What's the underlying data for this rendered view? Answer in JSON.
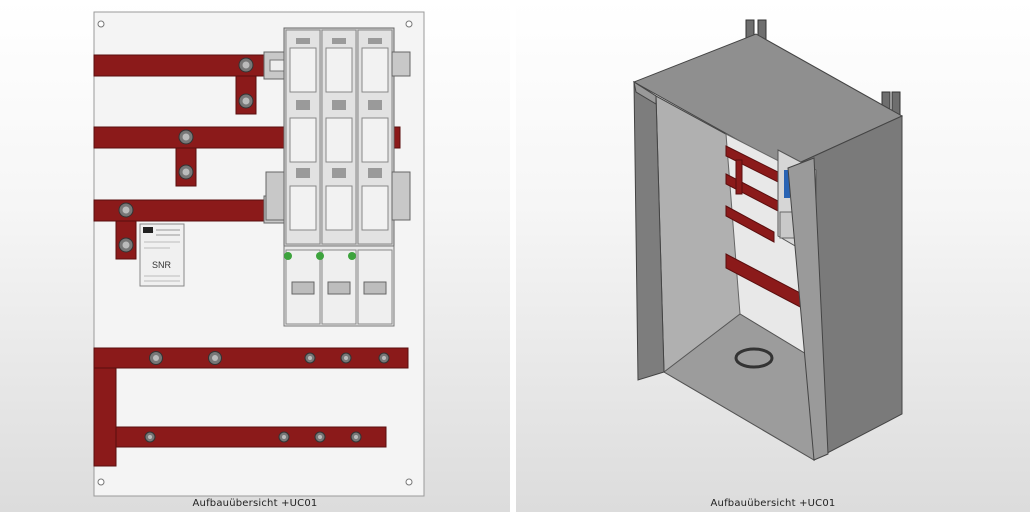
{
  "views": [
    {
      "caption": "Aufbauübersicht +UC01",
      "label_plate": {
        "brand": "SNR",
        "text": "SNR"
      }
    },
    {
      "caption": "Aufbauübersicht +UC01"
    }
  ],
  "colors": {
    "busbar": "#8b1a1a",
    "busbar_shade": "#6e1212",
    "panel": "#f4f4f4",
    "enclosure": "#8a8a8a",
    "switch_body": "#d4d4d4"
  }
}
